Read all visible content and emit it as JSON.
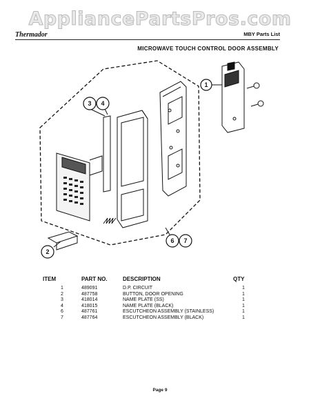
{
  "watermark": "AppliancePartsPros.com",
  "header": {
    "brand": "Thermador",
    "doc_ref": "MBY Parts List"
  },
  "section_title": "MICROWAVE TOUCH CONTROL DOOR ASSEMBLY",
  "callouts": [
    "1",
    "2",
    "3",
    "4",
    "6",
    "7"
  ],
  "table": {
    "headers": {
      "item": "ITEM",
      "part": "PART NO.",
      "desc": "DESCRIPTION",
      "qty": "QTY"
    },
    "rows": [
      {
        "item": "1",
        "part": "489091",
        "desc": "D.P. CIRCUIT",
        "qty": "1"
      },
      {
        "item": "2",
        "part": "487758",
        "desc": "BUTTON, DOOR OPENING",
        "qty": "1"
      },
      {
        "item": "3",
        "part": "418014",
        "desc": "NAME PLATE (SS)",
        "qty": "1"
      },
      {
        "item": "4",
        "part": "418015",
        "desc": "NAME PLATE (BLACK)",
        "qty": "1"
      },
      {
        "item": "6",
        "part": "487761",
        "desc": "ESCUTCHEON ASSEMBLY (STAINLESS)",
        "qty": "1"
      },
      {
        "item": "7",
        "part": "487764",
        "desc": "ESCUTCHEON ASSEMBLY (BLACK)",
        "qty": "1"
      }
    ]
  },
  "footer": {
    "page": "Page 9"
  }
}
